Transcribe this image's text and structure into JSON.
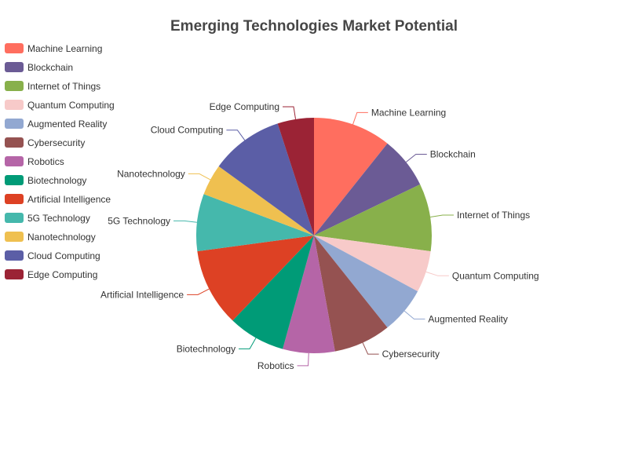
{
  "chart_data": {
    "type": "pie",
    "title": "Emerging Technologies Market Potential",
    "legend_position": "top-left",
    "slices": [
      {
        "label": "Machine Learning",
        "value": 15,
        "color": "#ff6e5f"
      },
      {
        "label": "Blockchain",
        "value": 10,
        "color": "#6b5b95"
      },
      {
        "label": "Internet of Things",
        "value": 13,
        "color": "#88b04b"
      },
      {
        "label": "Quantum Computing",
        "value": 8,
        "color": "#f7cac9"
      },
      {
        "label": "Augmented Reality",
        "value": 9,
        "color": "#92a8d1"
      },
      {
        "label": "Cybersecurity",
        "value": 11,
        "color": "#955251"
      },
      {
        "label": "Robotics",
        "value": 10,
        "color": "#b565a7"
      },
      {
        "label": "Biotechnology",
        "value": 11,
        "color": "#009b77"
      },
      {
        "label": "Artificial Intelligence",
        "value": 15,
        "color": "#dd4124"
      },
      {
        "label": "5G Technology",
        "value": 11,
        "color": "#45b8ac"
      },
      {
        "label": "Nanotechnology",
        "value": 6,
        "color": "#efc050"
      },
      {
        "label": "Cloud Computing",
        "value": 14,
        "color": "#5b5ea6"
      },
      {
        "label": "Edge Computing",
        "value": 7,
        "color": "#9b2335"
      }
    ]
  }
}
